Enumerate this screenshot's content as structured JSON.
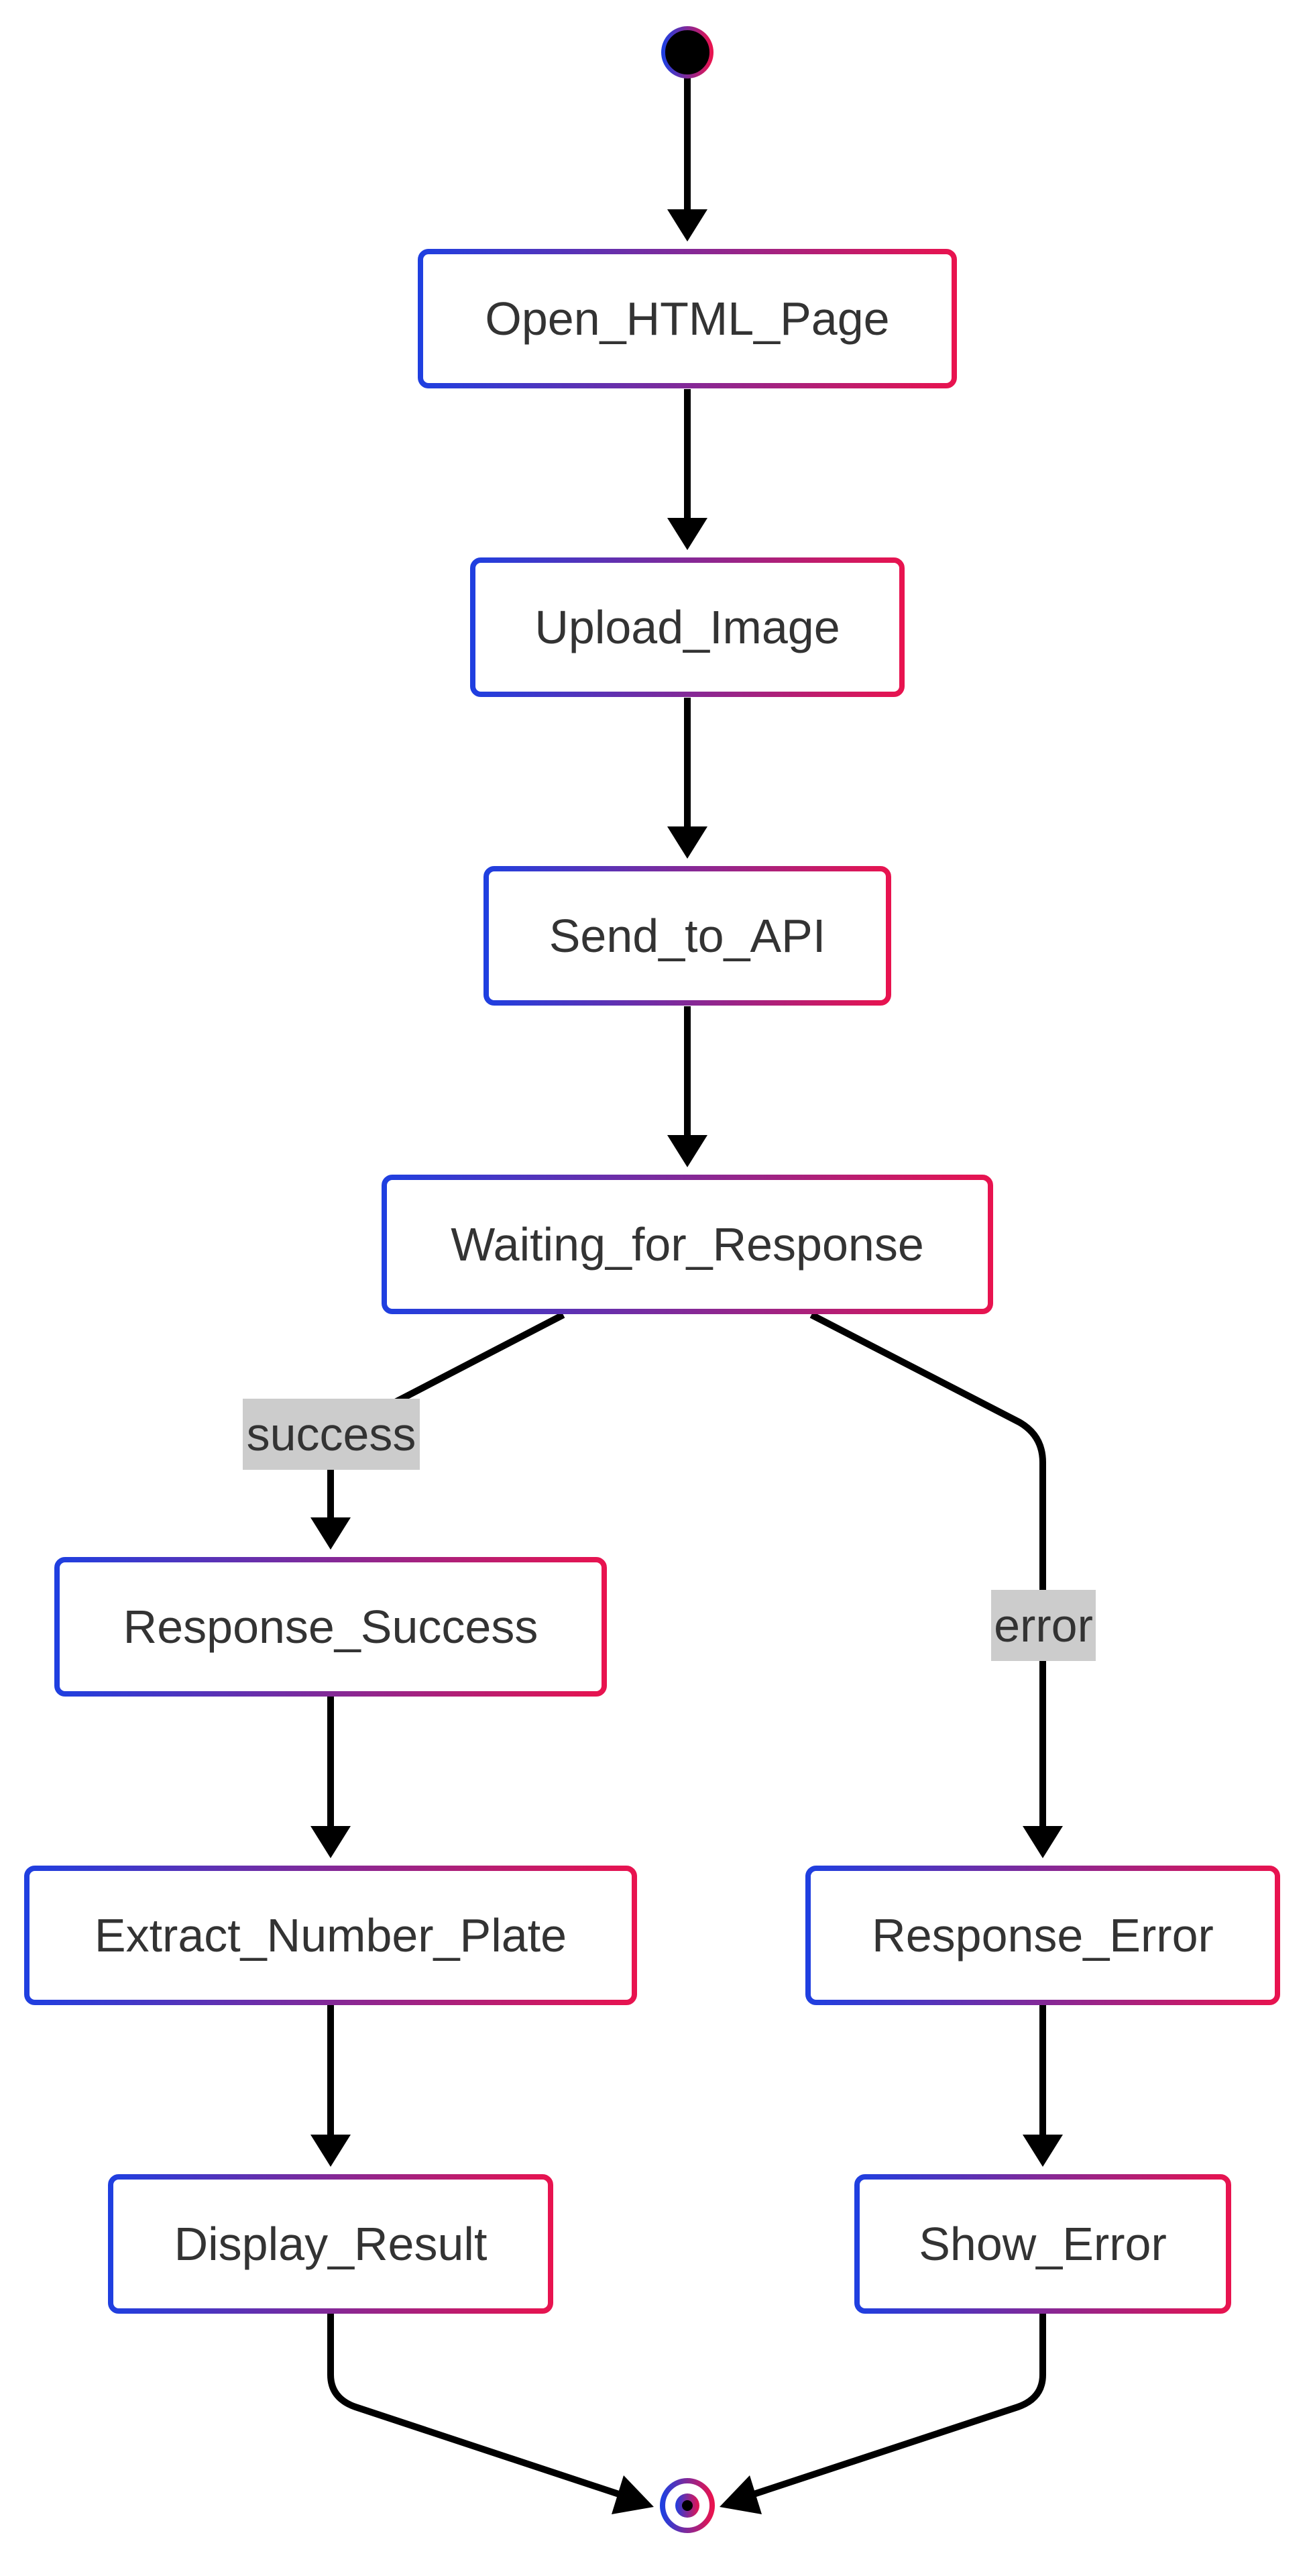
{
  "diagram": {
    "type": "state-diagram",
    "colors": {
      "gradient_start": "#1f3fe0",
      "gradient_end": "#e8134f",
      "arrow": "#000000",
      "label_background": "#cccccc",
      "text": "#333333"
    },
    "start_state": {
      "name": "start",
      "icon": "filled-circle"
    },
    "end_state": {
      "name": "end",
      "icon": "bullseye-circle"
    },
    "states": [
      {
        "id": "open_html_page",
        "label": "Open_HTML_Page"
      },
      {
        "id": "upload_image",
        "label": "Upload_Image"
      },
      {
        "id": "send_to_api",
        "label": "Send_to_API"
      },
      {
        "id": "waiting_for_response",
        "label": "Waiting_for_Response"
      },
      {
        "id": "response_success",
        "label": "Response_Success"
      },
      {
        "id": "extract_number_plate",
        "label": "Extract_Number_Plate"
      },
      {
        "id": "display_result",
        "label": "Display_Result"
      },
      {
        "id": "response_error",
        "label": "Response_Error"
      },
      {
        "id": "show_error",
        "label": "Show_Error"
      }
    ],
    "transitions": [
      {
        "from": "start",
        "to": "open_html_page",
        "label": ""
      },
      {
        "from": "open_html_page",
        "to": "upload_image",
        "label": ""
      },
      {
        "from": "upload_image",
        "to": "send_to_api",
        "label": ""
      },
      {
        "from": "send_to_api",
        "to": "waiting_for_response",
        "label": ""
      },
      {
        "from": "waiting_for_response",
        "to": "response_success",
        "label": "success"
      },
      {
        "from": "waiting_for_response",
        "to": "response_error",
        "label": "error"
      },
      {
        "from": "response_success",
        "to": "extract_number_plate",
        "label": ""
      },
      {
        "from": "extract_number_plate",
        "to": "display_result",
        "label": ""
      },
      {
        "from": "response_error",
        "to": "show_error",
        "label": ""
      },
      {
        "from": "display_result",
        "to": "end",
        "label": ""
      },
      {
        "from": "show_error",
        "to": "end",
        "label": ""
      }
    ]
  }
}
